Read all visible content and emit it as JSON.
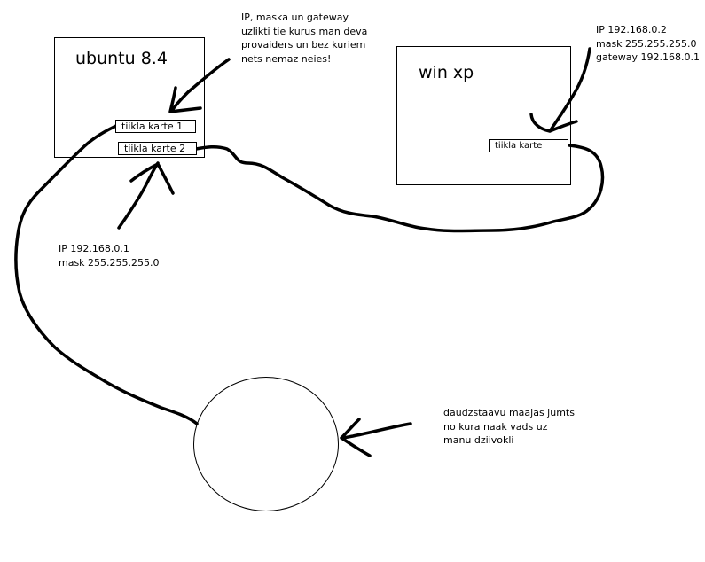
{
  "ubuntu": {
    "title": "ubuntu 8.4",
    "nic1": "tiikla karte 1",
    "nic2": "tiikla karte 2"
  },
  "winxp": {
    "title": "win xp",
    "nic": "tiikla karte"
  },
  "notes": {
    "isp": [
      "IP, maska un gateway",
      "uzlikti tie kurus man deva",
      "provaiders un bez kuriem",
      "nets nemaz neies!"
    ],
    "winxp_config": [
      "IP 192.168.0.2",
      "mask 255.255.255.0",
      "gateway 192.168.0.1"
    ],
    "ubuntu_config": [
      "IP 192.168.0.1",
      "mask 255.255.255.0"
    ],
    "building": [
      "daudzstaavu maajas jumts",
      "no kura naak vads uz",
      "manu dziivokli"
    ]
  },
  "colors": {
    "ink": "#000000",
    "background": "#ffffff"
  }
}
